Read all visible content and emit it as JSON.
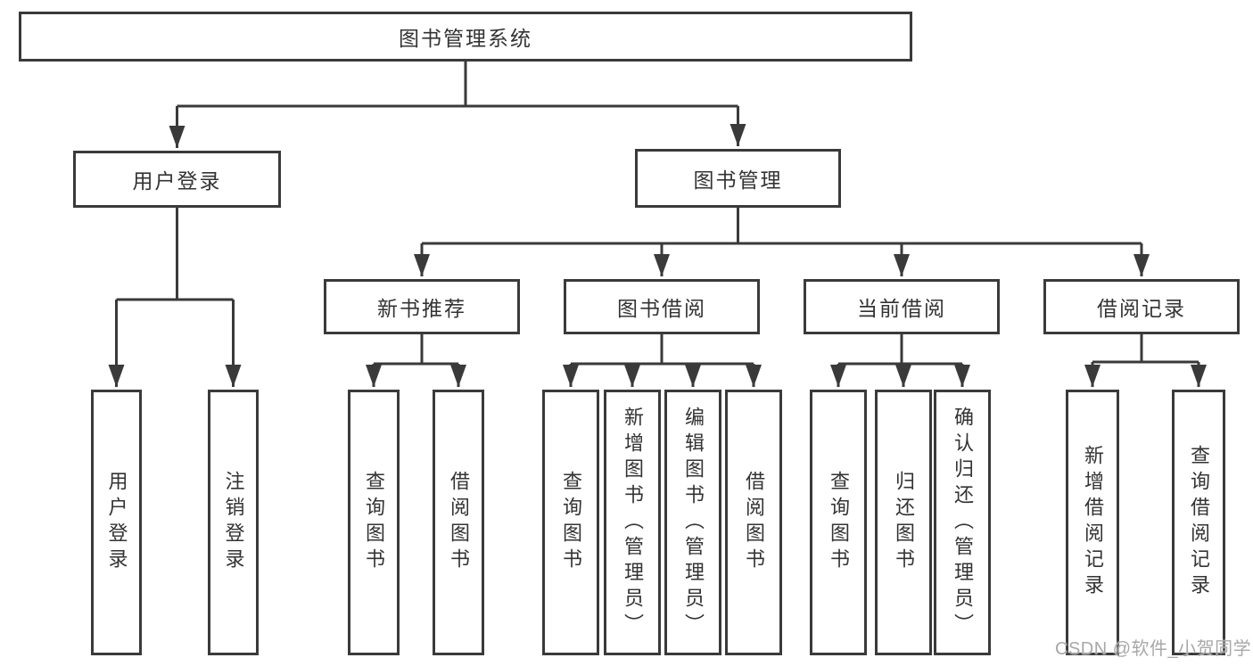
{
  "tree": {
    "root": {
      "label": "图书管理系统",
      "children": [
        {
          "label": "用户登录",
          "children": [
            {
              "label": "用户登录"
            },
            {
              "label": "注销登录"
            }
          ]
        },
        {
          "label": "图书管理",
          "children": [
            {
              "label": "新书推荐",
              "children": [
                {
                  "label": "查询图书"
                },
                {
                  "label": "借阅图书"
                }
              ]
            },
            {
              "label": "图书借阅",
              "children": [
                {
                  "label": "查询图书"
                },
                {
                  "label": "新增图书（管理员）"
                },
                {
                  "label": "编辑图书（管理员）"
                },
                {
                  "label": "借阅图书"
                }
              ]
            },
            {
              "label": "当前借阅",
              "children": [
                {
                  "label": "查询图书"
                },
                {
                  "label": "归还图书"
                },
                {
                  "label": "确认归还（管理员）"
                }
              ]
            },
            {
              "label": "借阅记录",
              "children": [
                {
                  "label": "新增借阅记录"
                },
                {
                  "label": "查询借阅记录"
                }
              ]
            }
          ]
        }
      ]
    }
  },
  "watermark": {
    "text": "CSDN @软件_小贺同学"
  },
  "colors": {
    "line": "#3a3a3a",
    "text": "#333333",
    "watermark": "#a8a8a8",
    "background": "#ffffff"
  }
}
